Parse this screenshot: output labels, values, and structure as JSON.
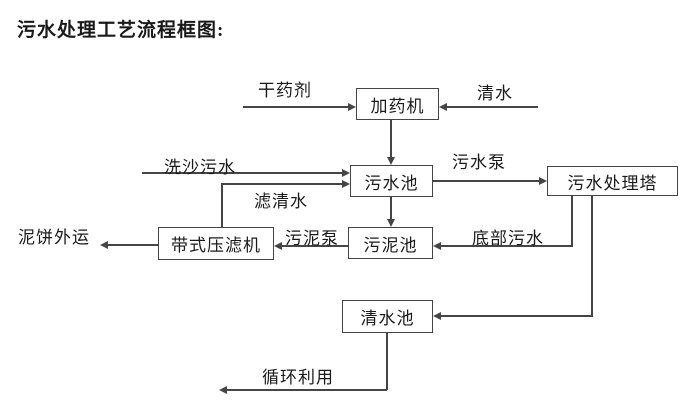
{
  "title": "污水处理工艺流程框图:",
  "colors": {
    "line": "#454545",
    "text": "#1a1a1a",
    "background": "#ffffff"
  },
  "nodes": {
    "dosing_machine": "加药机",
    "sewage_pool": "污水池",
    "treatment_tower": "污水处理塔",
    "sludge_pool": "污泥池",
    "belt_filter_press": "带式压滤机",
    "clean_water_pool": "清水池"
  },
  "edge_labels": {
    "dry_chemical": "干药剂",
    "clean_water": "清水",
    "sand_washing_sewage": "洗沙污水",
    "sewage_pump": "污水泵",
    "filtered_water": "滤清水",
    "sludge_pump": "污泥泵",
    "bottom_sewage": "底部污水",
    "mud_cake_out": "泥饼外运",
    "recycling": "循环利用"
  }
}
